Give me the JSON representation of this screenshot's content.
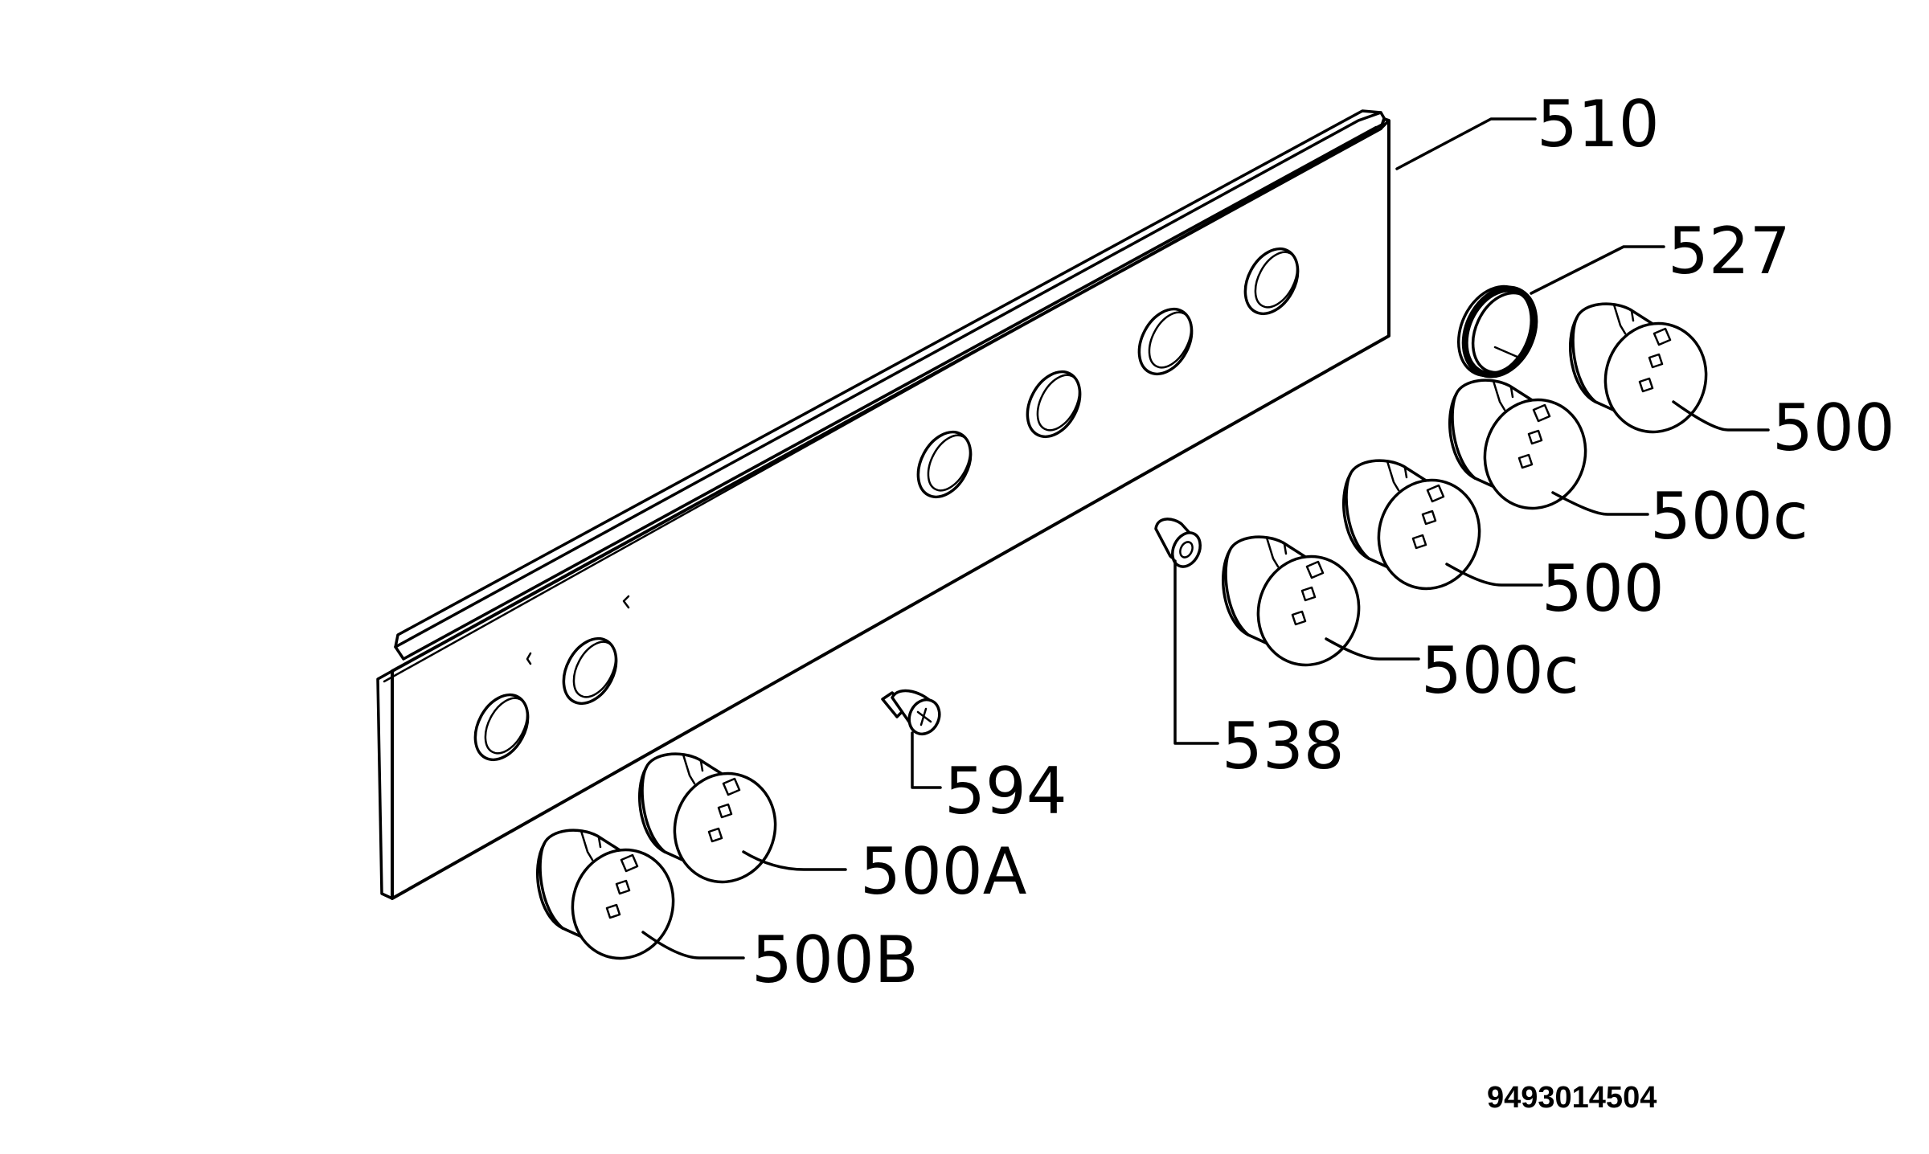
{
  "drawing_number": "9493014504",
  "parts": [
    {
      "id": "panel",
      "label": "510"
    },
    {
      "id": "ring",
      "label": "527"
    },
    {
      "id": "knob-1",
      "label": "500"
    },
    {
      "id": "knob-2",
      "label": "500c"
    },
    {
      "id": "knob-3",
      "label": "500"
    },
    {
      "id": "knob-4",
      "label": "500c"
    },
    {
      "id": "spacer",
      "label": "538"
    },
    {
      "id": "screw",
      "label": "594"
    },
    {
      "id": "knob-a",
      "label": "500A"
    },
    {
      "id": "knob-b",
      "label": "500B"
    }
  ]
}
